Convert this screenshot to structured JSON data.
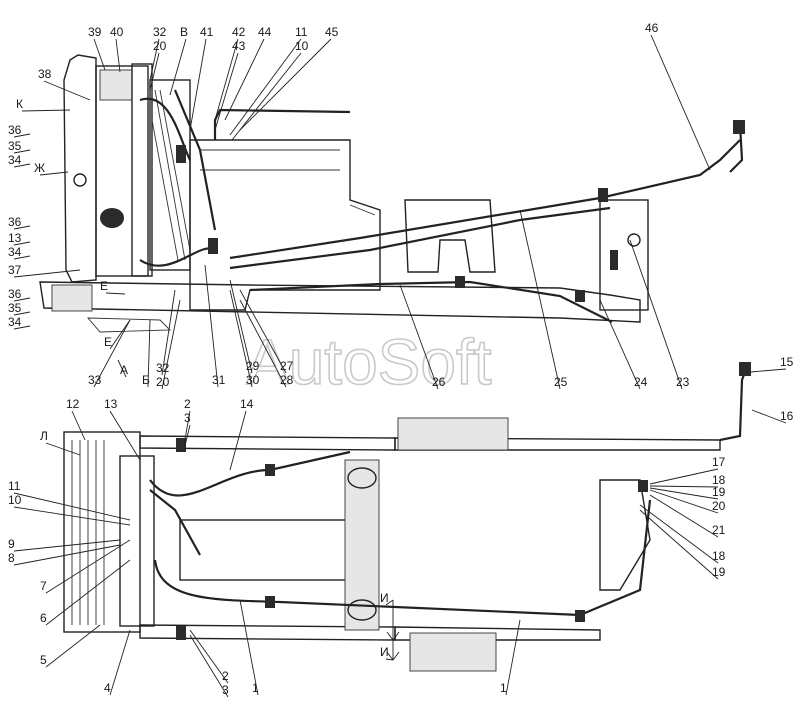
{
  "watermark": "AutoSoft",
  "top_view_callouts": [
    "39",
    "40",
    "32",
    "20",
    "В",
    "41",
    "42",
    "43",
    "44",
    "11",
    "10",
    "45",
    "46",
    "38",
    "К",
    "36",
    "35",
    "34",
    "Ж",
    "36",
    "13",
    "34",
    "37",
    "36",
    "35",
    "34",
    "Е",
    "Е",
    "33",
    "А",
    "Б",
    "32",
    "20",
    "31",
    "29",
    "30",
    "27",
    "28",
    "26",
    "25",
    "24",
    "23"
  ],
  "bottom_view_callouts": [
    "12",
    "13",
    "2",
    "3",
    "14",
    "Л",
    "11",
    "10",
    "9",
    "8",
    "7",
    "6",
    "5",
    "4",
    "2",
    "3",
    "1",
    "1",
    "15",
    "16",
    "17",
    "18",
    "19",
    "20",
    "21",
    "18",
    "19",
    "И",
    "И"
  ]
}
